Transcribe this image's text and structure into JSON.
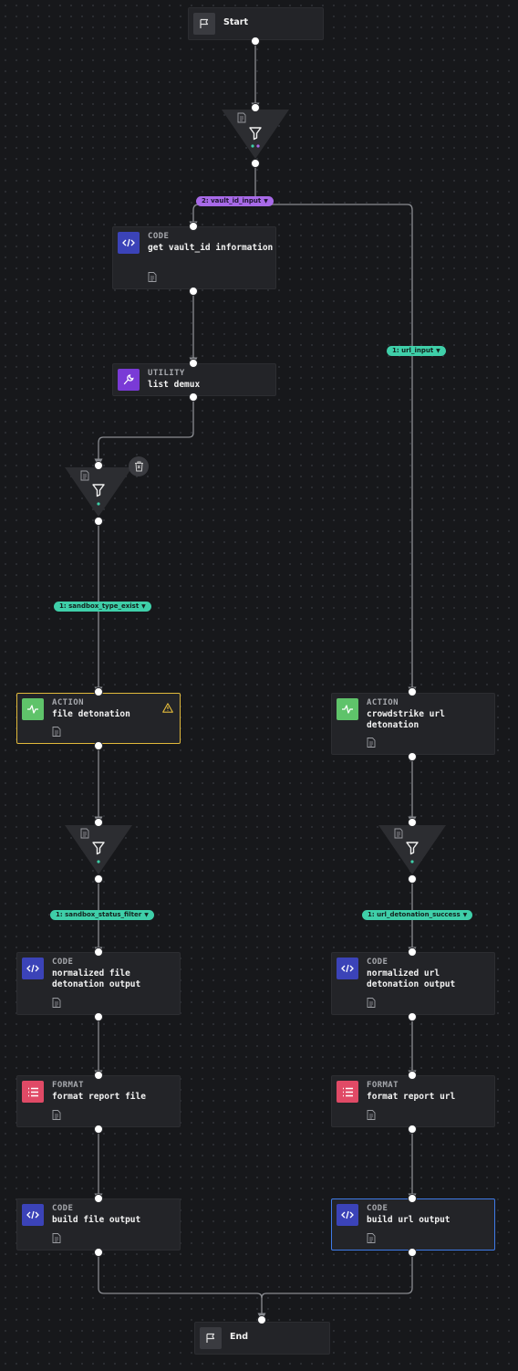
{
  "start": {
    "label": "Start"
  },
  "end": {
    "label": "End"
  },
  "nodes": {
    "get_vault": {
      "type": "CODE",
      "title": "get vault_id information"
    },
    "list_demux": {
      "type": "UTILITY",
      "title": "list demux"
    },
    "file_detonation": {
      "type": "ACTION",
      "title": "file detonation"
    },
    "crowdstrike_url": {
      "type": "ACTION",
      "title": "crowdstrike url detonation"
    },
    "norm_file": {
      "type": "CODE",
      "title": "normalized file detonation output"
    },
    "norm_url": {
      "type": "CODE",
      "title": "normalized url detonation output"
    },
    "format_file": {
      "type": "FORMAT",
      "title": "format report file"
    },
    "format_url": {
      "type": "FORMAT",
      "title": "format report url"
    },
    "build_file": {
      "type": "CODE",
      "title": "build file output"
    },
    "build_url": {
      "type": "CODE",
      "title": "build url output"
    }
  },
  "badges": {
    "vault_id_input": "2: vault_id_input",
    "url_input": "1: url_input",
    "sandbox_type_exist": "1: sandbox_type_exist",
    "sandbox_status_filter": "1: sandbox_status_filter",
    "url_detonation_success": "1: url_detonation_success"
  },
  "colors": {
    "code": "#3b43b8",
    "utility": "#7a3ad6",
    "action": "#5fc36a",
    "format": "#e04a66",
    "badge_green": "#3fcfa9",
    "badge_purple": "#a86ae8",
    "warning": "#e1b93b",
    "selected": "#3f7be8"
  },
  "icons": {
    "terminal": "flag-icon",
    "code": "code-icon",
    "utility": "wrench-icon",
    "action": "activity-icon",
    "format": "list-icon",
    "filter": "filter-icon",
    "doc": "document-icon",
    "warning": "warning-icon",
    "delete": "trash-icon"
  }
}
